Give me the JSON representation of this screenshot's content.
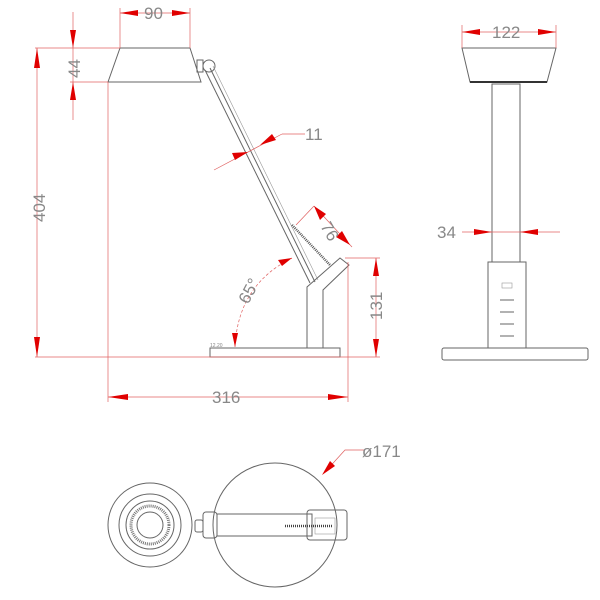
{
  "drawing": {
    "side_view": {
      "shade_width": "90",
      "shade_height": "44",
      "total_height": "404",
      "arm_width": "11",
      "spring_length": "76",
      "arm_angle": "65°",
      "base_thickness": "12.20",
      "base_height": "131",
      "total_depth": "316"
    },
    "front_view": {
      "shade_width": "122",
      "stem_width": "34"
    },
    "top_view": {
      "base_diameter": "ø171"
    },
    "colors": {
      "dimension": "#e00000",
      "outline": "#666666"
    }
  }
}
